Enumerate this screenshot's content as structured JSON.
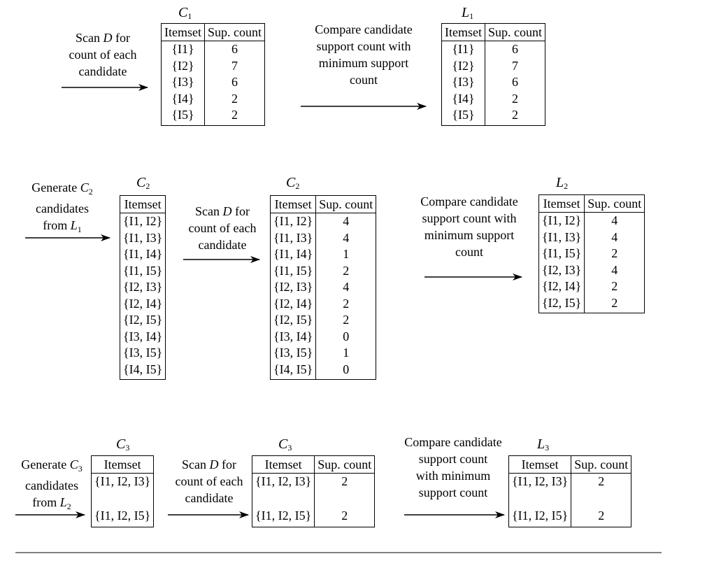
{
  "process_labels": {
    "scan": [
      "Scan",
      "D",
      "for",
      "count of each",
      "candidate"
    ],
    "compare": [
      "Compare candidate",
      "support count with",
      "minimum support",
      "count"
    ],
    "compare_row3": [
      "Compare candidate",
      "support count",
      "with minimum",
      "support count"
    ],
    "generate_c2": [
      "Generate",
      "C",
      "2",
      "candidates",
      "from",
      "L",
      "1"
    ],
    "generate_c3": [
      "Generate",
      "C",
      "3",
      "candidates",
      "from",
      "L",
      "2"
    ]
  },
  "columns": {
    "itemset": "Itemset",
    "support": "Sup. count"
  },
  "tables": {
    "C1": {
      "name": "C",
      "index": "1",
      "rows": [
        {
          "itemset": "{I1}",
          "count": "6"
        },
        {
          "itemset": "{I2}",
          "count": "7"
        },
        {
          "itemset": "{I3}",
          "count": "6"
        },
        {
          "itemset": "{I4}",
          "count": "2"
        },
        {
          "itemset": "{I5}",
          "count": "2"
        }
      ]
    },
    "L1": {
      "name": "L",
      "index": "1",
      "rows": [
        {
          "itemset": "{I1}",
          "count": "6"
        },
        {
          "itemset": "{I2}",
          "count": "7"
        },
        {
          "itemset": "{I3}",
          "count": "6"
        },
        {
          "itemset": "{I4}",
          "count": "2"
        },
        {
          "itemset": "{I5}",
          "count": "2"
        }
      ]
    },
    "C2a": {
      "name": "C",
      "index": "2",
      "rows": [
        {
          "itemset": "{I1, I2}"
        },
        {
          "itemset": "{I1, I3}"
        },
        {
          "itemset": "{I1, I4}"
        },
        {
          "itemset": "{I1, I5}"
        },
        {
          "itemset": "{I2, I3}"
        },
        {
          "itemset": "{I2, I4}"
        },
        {
          "itemset": "{I2, I5}"
        },
        {
          "itemset": "{I3, I4}"
        },
        {
          "itemset": "{I3, I5}"
        },
        {
          "itemset": "{I4, I5}"
        }
      ]
    },
    "C2b": {
      "name": "C",
      "index": "2",
      "rows": [
        {
          "itemset": "{I1, I2}",
          "count": "4"
        },
        {
          "itemset": "{I1, I3}",
          "count": "4"
        },
        {
          "itemset": "{I1, I4}",
          "count": "1"
        },
        {
          "itemset": "{I1, I5}",
          "count": "2"
        },
        {
          "itemset": "{I2, I3}",
          "count": "4"
        },
        {
          "itemset": "{I2, I4}",
          "count": "2"
        },
        {
          "itemset": "{I2, I5}",
          "count": "2"
        },
        {
          "itemset": "{I3, I4}",
          "count": "0"
        },
        {
          "itemset": "{I3, I5}",
          "count": "1"
        },
        {
          "itemset": "{I4, I5}",
          "count": "0"
        }
      ]
    },
    "L2": {
      "name": "L",
      "index": "2",
      "rows": [
        {
          "itemset": "{I1, I2}",
          "count": "4"
        },
        {
          "itemset": "{I1, I3}",
          "count": "4"
        },
        {
          "itemset": "{I1, I5}",
          "count": "2"
        },
        {
          "itemset": "{I2, I3}",
          "count": "4"
        },
        {
          "itemset": "{I2, I4}",
          "count": "2"
        },
        {
          "itemset": "{I2, I5}",
          "count": "2"
        }
      ]
    },
    "C3a": {
      "name": "C",
      "index": "3",
      "rows": [
        {
          "itemset": "{I1, I2, I3}"
        },
        {
          "itemset": "{I1, I2, I5}"
        }
      ]
    },
    "C3b": {
      "name": "C",
      "index": "3",
      "rows": [
        {
          "itemset": "{I1, I2, I3}",
          "count": "2"
        },
        {
          "itemset": "{I1, I2, I5}",
          "count": "2"
        }
      ]
    },
    "L3": {
      "name": "L",
      "index": "3",
      "rows": [
        {
          "itemset": "{I1, I2, I3}",
          "count": "2"
        },
        {
          "itemset": "{I1, I2, I5}",
          "count": "2"
        }
      ]
    }
  }
}
